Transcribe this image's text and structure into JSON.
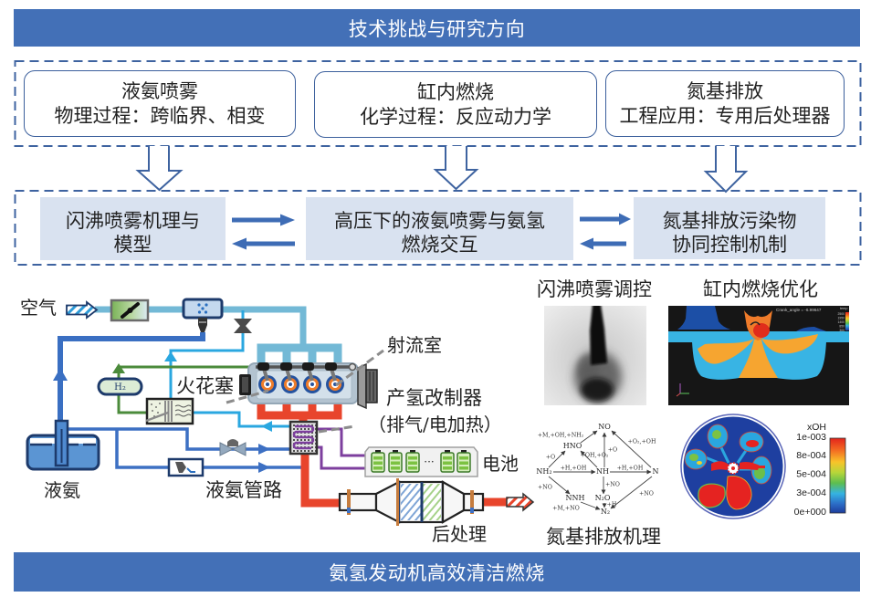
{
  "colors": {
    "banner": "#4370b7",
    "frame": "#3e63a0",
    "direction_box": "#d9e2f0",
    "flow_arrow": "#3e6cb5"
  },
  "header": {
    "title": "技术挑战与研究方向"
  },
  "challenges": [
    {
      "title": "液氨喷雾",
      "subtitle": "物理过程：跨临界、相变"
    },
    {
      "title": "缸内燃烧",
      "subtitle": "化学过程：反应动力学"
    },
    {
      "title": "氮基排放",
      "subtitle": "工程应用：专用后处理器"
    }
  ],
  "directions": [
    {
      "lines": [
        "闪沸喷雾机理与",
        "模型"
      ]
    },
    {
      "lines": [
        "高压下的液氨喷雾与氨氢",
        "燃烧交互"
      ]
    },
    {
      "lines": [
        "氮基排放污染物",
        "协同控制机制"
      ]
    }
  ],
  "schematic": {
    "labels": {
      "air": "空气",
      "spark_plug": "火花塞",
      "jet_chamber": "射流室",
      "hydrogen_reformer": "产氢改制器",
      "reformer_heating": "（排气/电加热）",
      "battery": "电池",
      "battery_ellipsis": "···",
      "liquid_ammonia_tank": "液氨",
      "liquid_ammonia_line": "液氨管路",
      "aftertreatment": "后处理",
      "h2_tank": "H₂"
    }
  },
  "panels": {
    "flash_spray": {
      "title": "闪沸喷雾调控"
    },
    "combustion": {
      "title": "缸内燃烧优化",
      "overlay_text": "Crank_angle = -6.99647",
      "legend_title": "temp",
      "legend_ticks": [
        "2500",
        "1950",
        "1400",
        "850",
        "300"
      ]
    },
    "mechanism": {
      "title": "氮基排放机理",
      "species": {
        "NO": "NO",
        "HNO": "HNO",
        "NH2": "NH₂",
        "NH": "NH",
        "N": "N",
        "NNH": "NNH",
        "N2O": "N₂O",
        "N2": "N₂"
      },
      "reactions": [
        {
          "from": "HNO",
          "to": "NO",
          "label": "+M,+OH,+NH₂"
        },
        {
          "from": "NH2",
          "to": "HNO",
          "label": "+O"
        },
        {
          "from": "NH",
          "to": "HNO",
          "label": "+OH,+O₂"
        },
        {
          "from": "NH",
          "to": "NO",
          "label": "+O"
        },
        {
          "from": "N",
          "to": "NO",
          "label": "+O₂,+OH"
        },
        {
          "from": "NH2",
          "to": "NH",
          "label": "+H,+OH"
        },
        {
          "from": "NH",
          "to": "N",
          "label": "+H,+OH"
        },
        {
          "from": "NH",
          "to": "N2O",
          "label": "+NO"
        },
        {
          "from": "NH2",
          "to": "NNH",
          "label": "+NO"
        },
        {
          "from": "NNH",
          "to": "N2",
          "label": "+M,+NO"
        },
        {
          "from": "N2O",
          "to": "N2",
          "label": "+H"
        },
        {
          "from": "N",
          "to": "N2",
          "label": "+NO"
        }
      ]
    },
    "oh_contour": {
      "legend_title": "xOH",
      "legend_ticks": [
        "1e-003",
        "8e-004",
        "5e-004",
        "3e-004",
        "0e+000"
      ]
    }
  },
  "footer": {
    "title": "氨氢发动机高效清洁燃烧"
  }
}
